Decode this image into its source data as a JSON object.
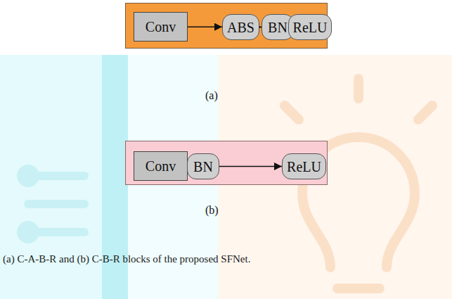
{
  "diagram": {
    "caption": "(a) C-A-B-R and (b) C-B-R blocks of the proposed SFNet.",
    "nodes": [
      {
        "text": [
          "Conv"
        ]
      },
      {
        "text": [
          "ABS"
        ]
      },
      {
        "text": [
          "BN"
        ]
      },
      {
        "text": [
          "ReLU"
        ]
      },
      {
        "text": [
          "Conv"
        ]
      },
      {
        "text": [
          "BN"
        ]
      },
      {
        "text": [
          "ReLU"
        ]
      }
    ],
    "edges": [
      {
        "from": 0,
        "to": 1,
        "arrow": "to"
      },
      {
        "from": 1,
        "to": 2,
        "arrow": "to"
      },
      {
        "from": 2,
        "to": 3,
        "arrow": "to"
      },
      {
        "from": 4,
        "to": 5,
        "arrow": "to"
      },
      {
        "from": 5,
        "to": 6,
        "arrow": "to"
      }
    ],
    "labels": [
      "(a)",
      "(b)"
    ]
  }
}
